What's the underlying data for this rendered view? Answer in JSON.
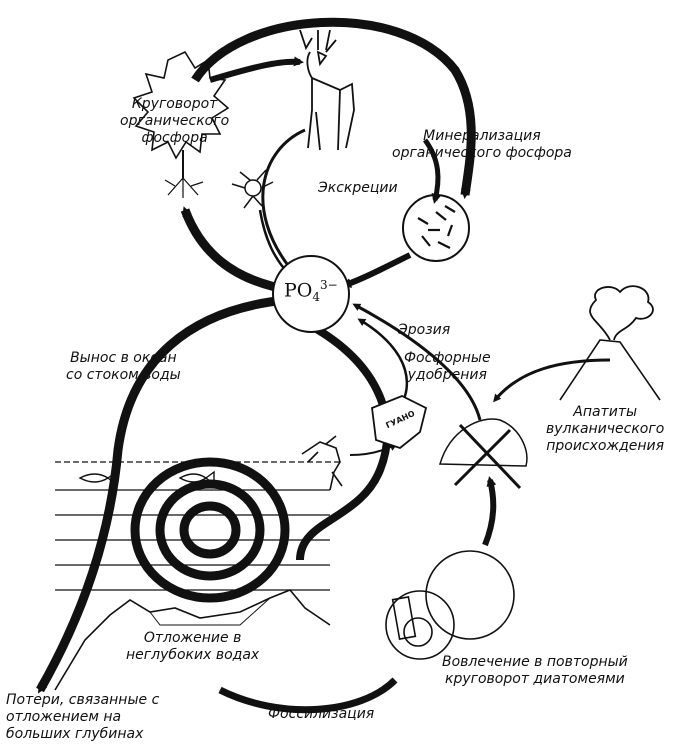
{
  "labels": {
    "organic_cycle": "Круговорот\nорганического\nфосфора",
    "mineralization": "Минерализация\nорганического фосфора",
    "excretion": "Экскреции",
    "phosphate_base": "PO",
    "phosphate_sub": "4",
    "phosphate_sup": "3−",
    "erosion": "Эрозия",
    "fertilizers": "Фосфорные\nудобрения",
    "runoff": "Вынос в океан\nсо стоком воды",
    "apatites": "Апатиты\nвулканического\nпроисхождения",
    "guano": "ГУАНО",
    "shallow_deposit": "Отложение в\nнеглубоких водах",
    "diatoms": "Вовлечение в повторный\nкруговорот диатомеями",
    "fossilization": "Фоссилизация",
    "deep_losses": "Потери, связанные с\nотложением на\nбольших глубинах"
  },
  "icons": [
    "tree-icon",
    "deer-icon",
    "microbe-icon",
    "bacteria-icon",
    "guano-bag-icon",
    "bird-icon",
    "fish-icon",
    "volcano-icon",
    "rock-pile-icon",
    "diatom-icon"
  ],
  "colors": {
    "ink": "#111111",
    "background": "#ffffff"
  }
}
